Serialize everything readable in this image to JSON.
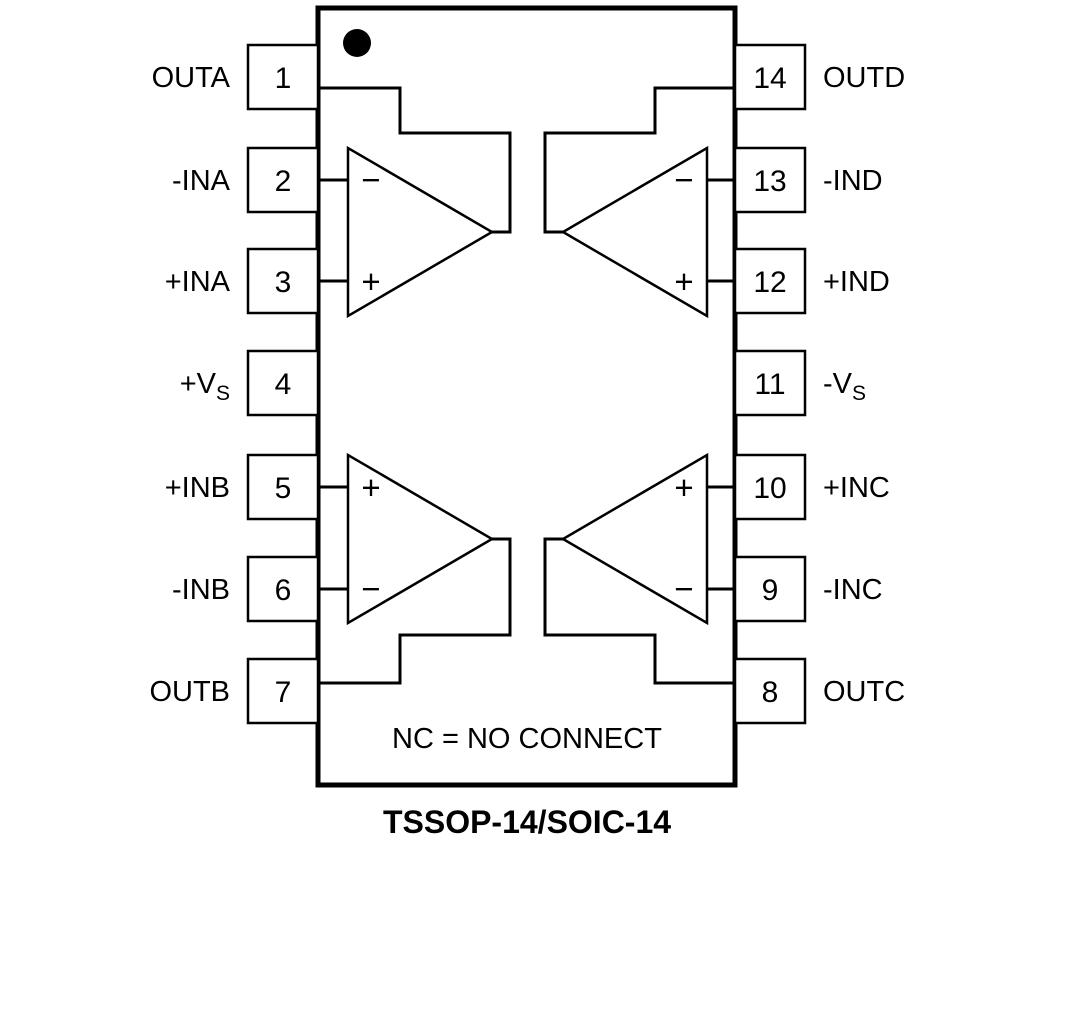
{
  "colors": {
    "line": "#000000",
    "background": "#ffffff"
  },
  "diagram": {
    "note": "NC = NO CONNECT",
    "caption": "TSSOP-14/SOIC-14"
  },
  "pins": {
    "left": [
      {
        "number": "1",
        "label": "OUTA"
      },
      {
        "number": "2",
        "label": "-INA"
      },
      {
        "number": "3",
        "label": "+INA"
      },
      {
        "number": "4",
        "label": "+V",
        "sub": "S"
      },
      {
        "number": "5",
        "label": "+INB"
      },
      {
        "number": "6",
        "label": "-INB"
      },
      {
        "number": "7",
        "label": "OUTB"
      }
    ],
    "right": [
      {
        "number": "14",
        "label": "OUTD"
      },
      {
        "number": "13",
        "label": "-IND"
      },
      {
        "number": "12",
        "label": "+IND"
      },
      {
        "number": "11",
        "label": "-V",
        "sub": "S"
      },
      {
        "number": "10",
        "label": "+INC"
      },
      {
        "number": "9",
        "label": "-INC"
      },
      {
        "number": "8",
        "label": "OUTC"
      }
    ]
  },
  "opamps": {
    "a": {
      "top_sign": "−",
      "bottom_sign": "+"
    },
    "d": {
      "top_sign": "−",
      "bottom_sign": "+"
    },
    "b": {
      "top_sign": "+",
      "bottom_sign": "−"
    },
    "c": {
      "top_sign": "+",
      "bottom_sign": "−"
    }
  }
}
